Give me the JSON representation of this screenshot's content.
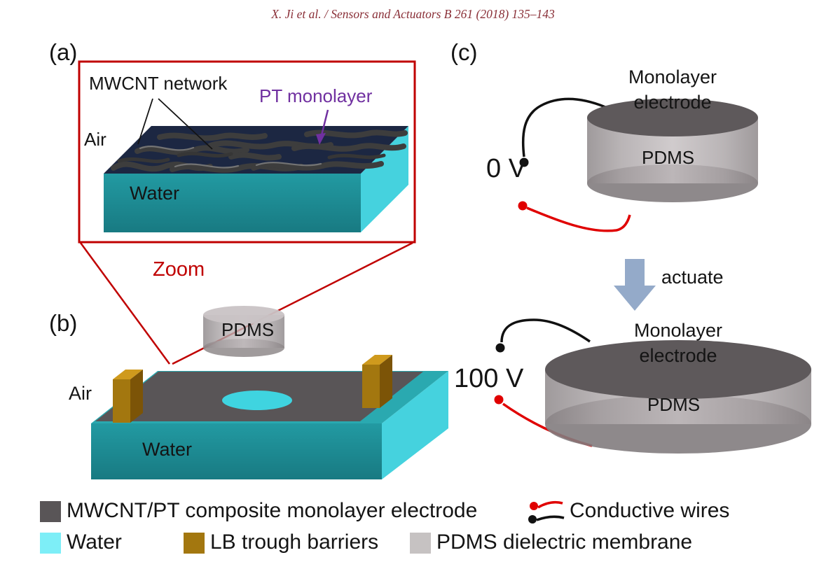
{
  "header": {
    "citation": "X. Ji et al. / Sensors and Actuators B 261 (2018) 135–143"
  },
  "colors": {
    "header_text": "#8a3038",
    "zoom_red": "#c00000",
    "pt_purple": "#7030a0",
    "monolayer_navy": "#1c2742",
    "water_front_teal": "#1f8f97",
    "water_side_cyan": "#45d2de",
    "electrode_gray": "#595557",
    "barrier_gold": "#a3770f",
    "pdms_body_gray": "#aaa4a6",
    "wire_red": "#e00000",
    "wire_black": "#111111",
    "actuate_arrow_blue": "#94aac9",
    "legend_water": "#7deef7",
    "legend_pdms": "#c6c2c2"
  },
  "panel_a": {
    "tag": "(a)",
    "labels": {
      "mwcnt": "MWCNT network",
      "pt": "PT monolayer",
      "air": "Air",
      "water": "Water"
    },
    "zoom": "Zoom"
  },
  "panel_b": {
    "tag": "(b)",
    "labels": {
      "pdms": "PDMS",
      "air": "Air",
      "water": "Water"
    }
  },
  "panel_c": {
    "tag": "(c)",
    "top": {
      "monolayer": "Monolayer",
      "electrode": "electrode",
      "pdms": "PDMS",
      "voltage": "0 V"
    },
    "actuate": "actuate",
    "bottom": {
      "monolayer": "Monolayer",
      "electrode": "electrode",
      "pdms": "PDMS",
      "voltage": "100 V"
    }
  },
  "legend": {
    "electrode": "MWCNT/PT composite monolayer electrode",
    "wires": "Conductive wires",
    "water": "Water",
    "barriers": "LB trough barriers",
    "pdms": "PDMS dielectric membrane"
  }
}
